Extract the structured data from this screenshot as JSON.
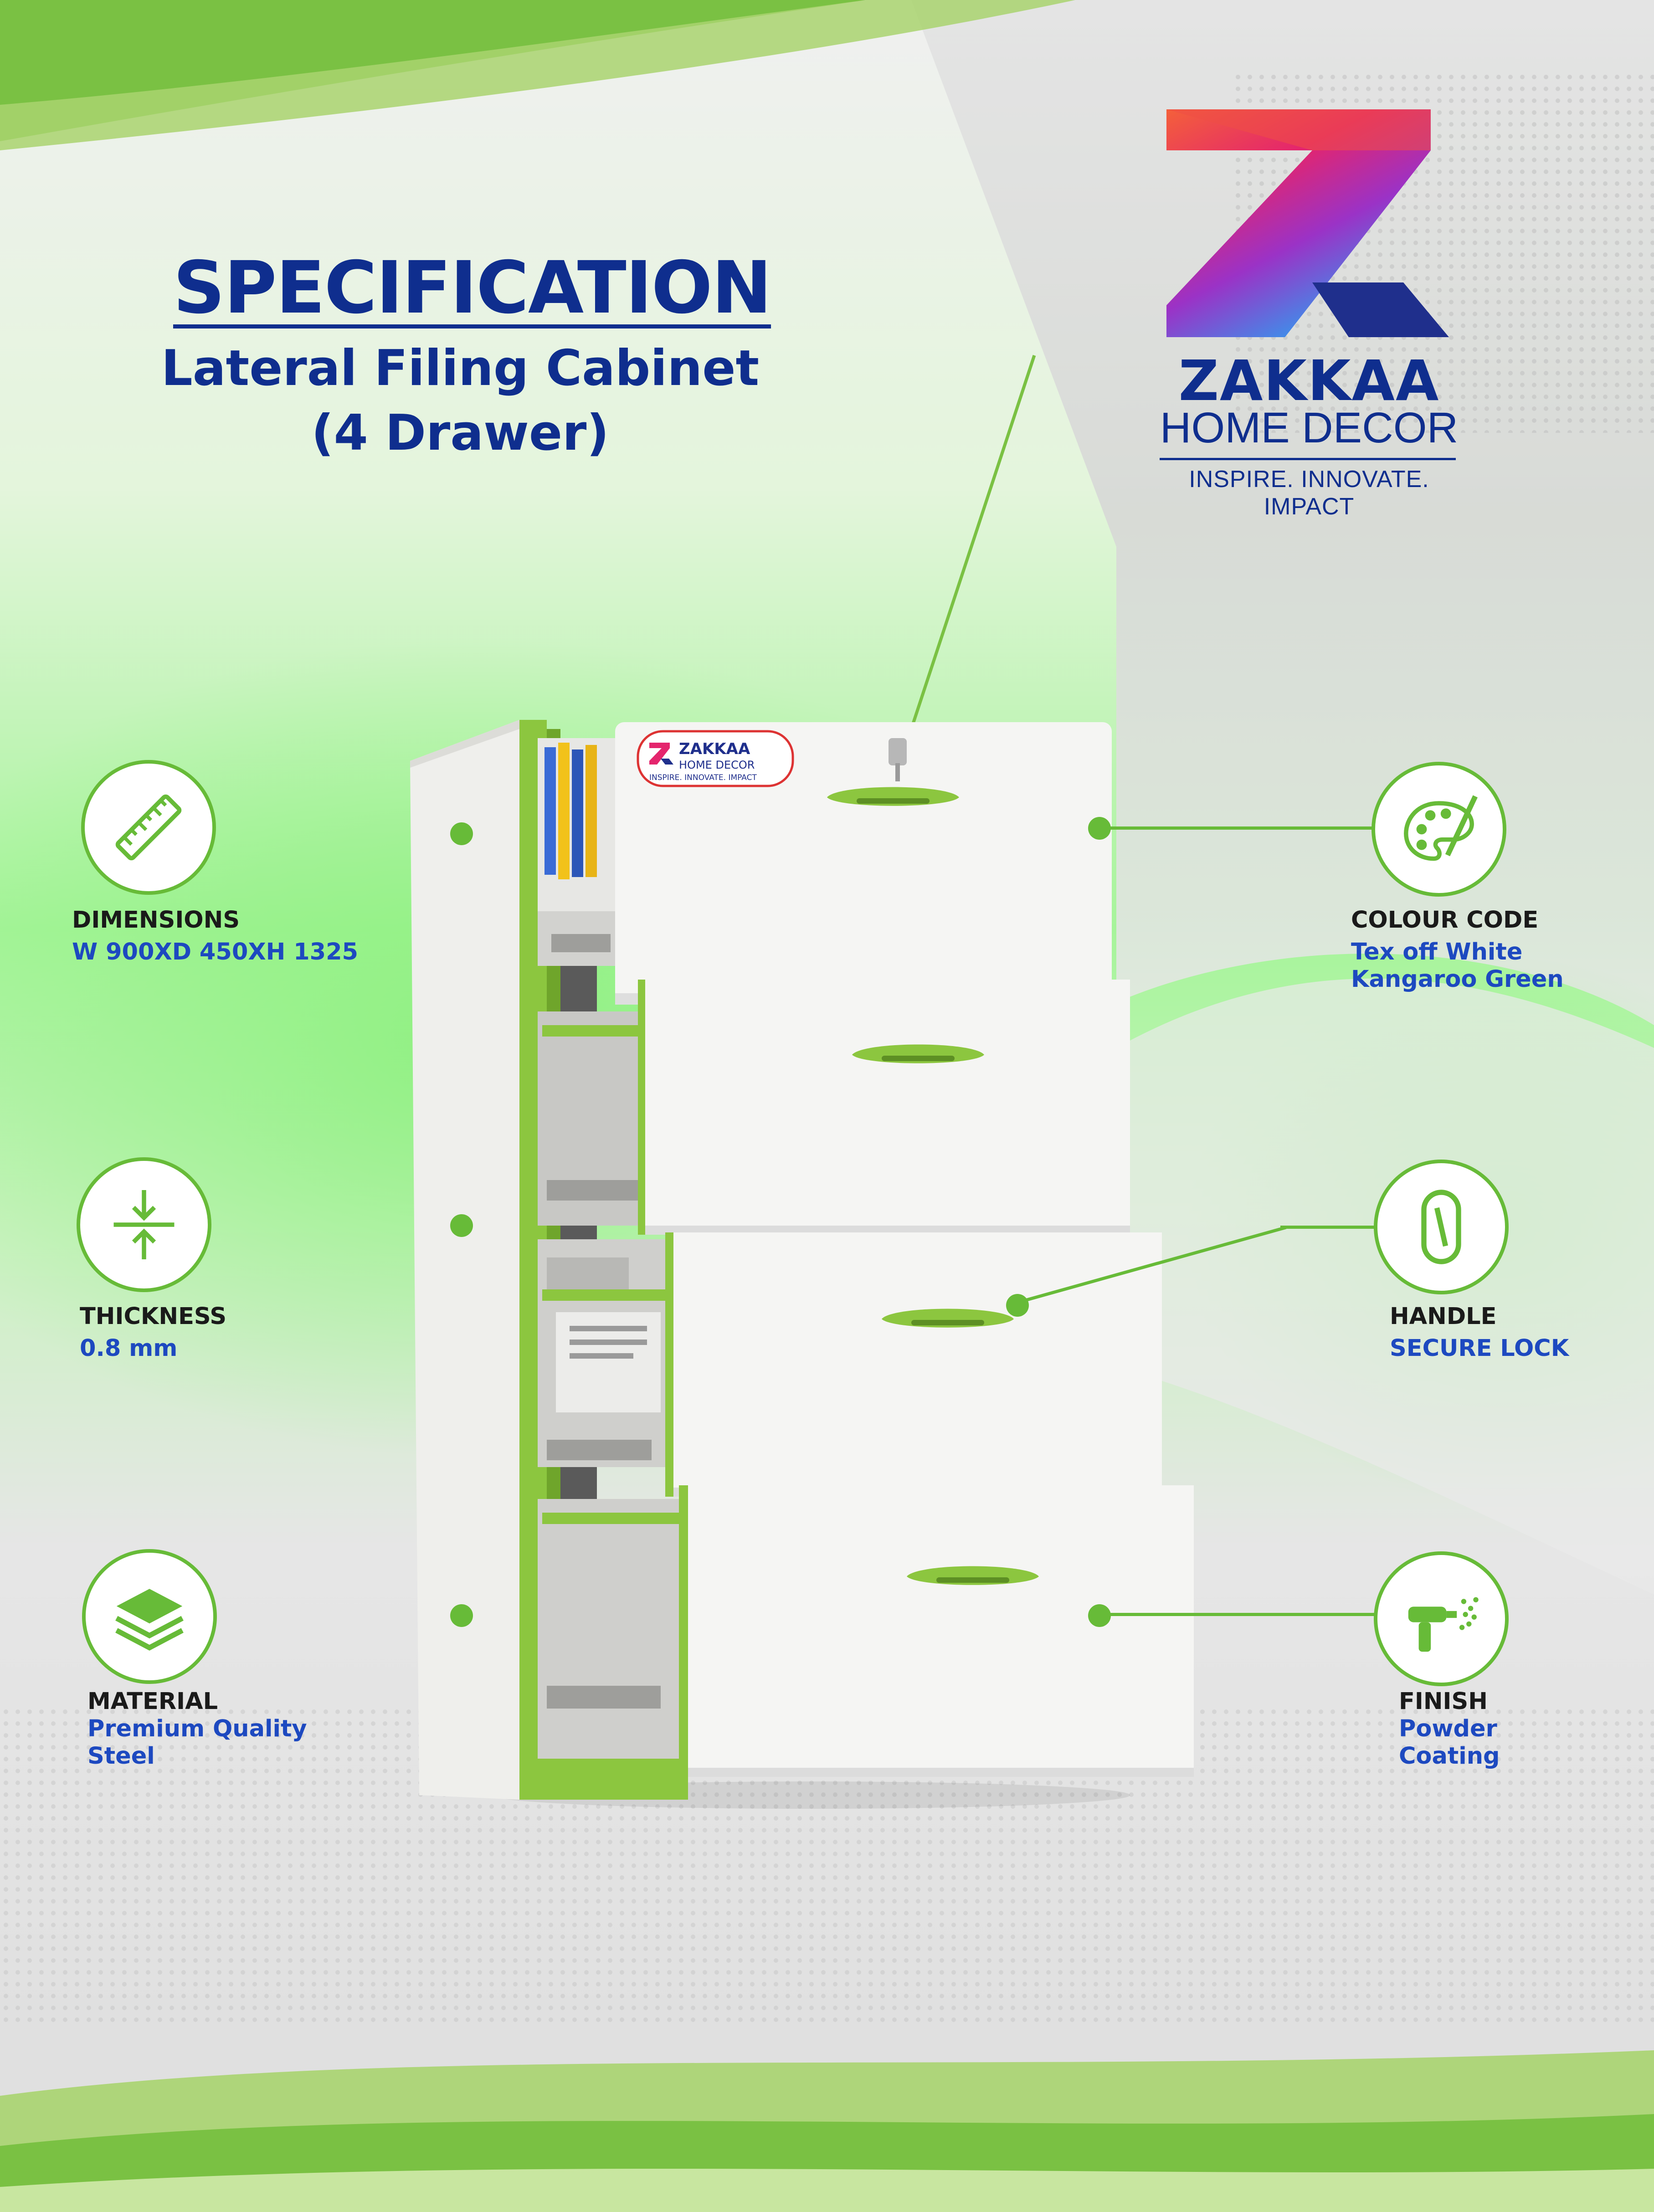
{
  "header": {
    "title": "SPECIFICATION",
    "subtitle_line1": "Lateral Filing Cabinet",
    "subtitle_line2": "(4 Drawer)"
  },
  "brand": {
    "name": "ZAKKAA",
    "sub": "HOME DECOR",
    "tagline": "INSPIRE. INNOVATE. IMPACT",
    "cabinet_label_name": "ZAKKAA",
    "cabinet_label_sub": "HOME DECOR",
    "cabinet_label_tagline": "INSPIRE. INNOVATE. IMPACT"
  },
  "specs": {
    "dimensions": {
      "label": "DIMENSIONS",
      "value": "W 900XD 450XH 1325",
      "icon": "ruler-icon"
    },
    "thickness": {
      "label": "THICKNESS",
      "value": "0.8 mm",
      "icon": "compress-arrows-icon"
    },
    "material": {
      "label": "MATERIAL",
      "value_line1": "Premium Quality",
      "value_line2": "Steel",
      "icon": "layers-icon"
    },
    "colour_code": {
      "label": "COLOUR CODE",
      "value_line1": "Tex off White",
      "value_line2": "Kangaroo Green",
      "icon": "palette-icon"
    },
    "handle": {
      "label": "HANDLE",
      "value": "SECURE LOCK",
      "icon": "handle-icon"
    },
    "finish": {
      "label": "FINISH",
      "value_line1": "Powder",
      "value_line2": "Coating",
      "icon": "spray-gun-icon"
    }
  },
  "colors": {
    "accent_green": "#67bb38",
    "brand_blue": "#0f2e8e",
    "value_blue": "#1d49c0",
    "cabinet_white": "#f4f4f2",
    "cabinet_green": "#8cc63f"
  }
}
